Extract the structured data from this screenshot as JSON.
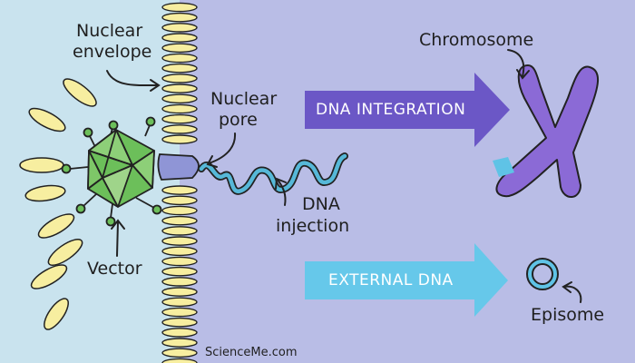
{
  "labels": {
    "nuclear_envelope_line1": "Nuclear",
    "nuclear_envelope_line2": "envelope",
    "nuclear_pore_line1": "Nuclear",
    "nuclear_pore_line2": "pore",
    "vector": "Vector",
    "dna_injection_line1": "DNA",
    "dna_injection_line2": "injection",
    "chromosome": "Chromosome",
    "episome": "Episome"
  },
  "arrows": {
    "integration": "DNA INTEGRATION",
    "external": "EXTERNAL DNA"
  },
  "credit": "ScienceMe.com",
  "colors": {
    "cytoplasm": "#c9e3ee",
    "nucleus": "#b9bde6",
    "membrane_bead": "#f7eea0",
    "vector_capsid": "#6cbf5a",
    "vector_capsid_light": "#9fd48a",
    "pore": "#8f95d6",
    "dna": "#56b8d8",
    "integration_arrow": "#6b57c6",
    "external_arrow": "#66c8ea",
    "chromosome": "#8b6ad6",
    "chromosome_band": "#5fc3e6",
    "outline": "#222222"
  }
}
